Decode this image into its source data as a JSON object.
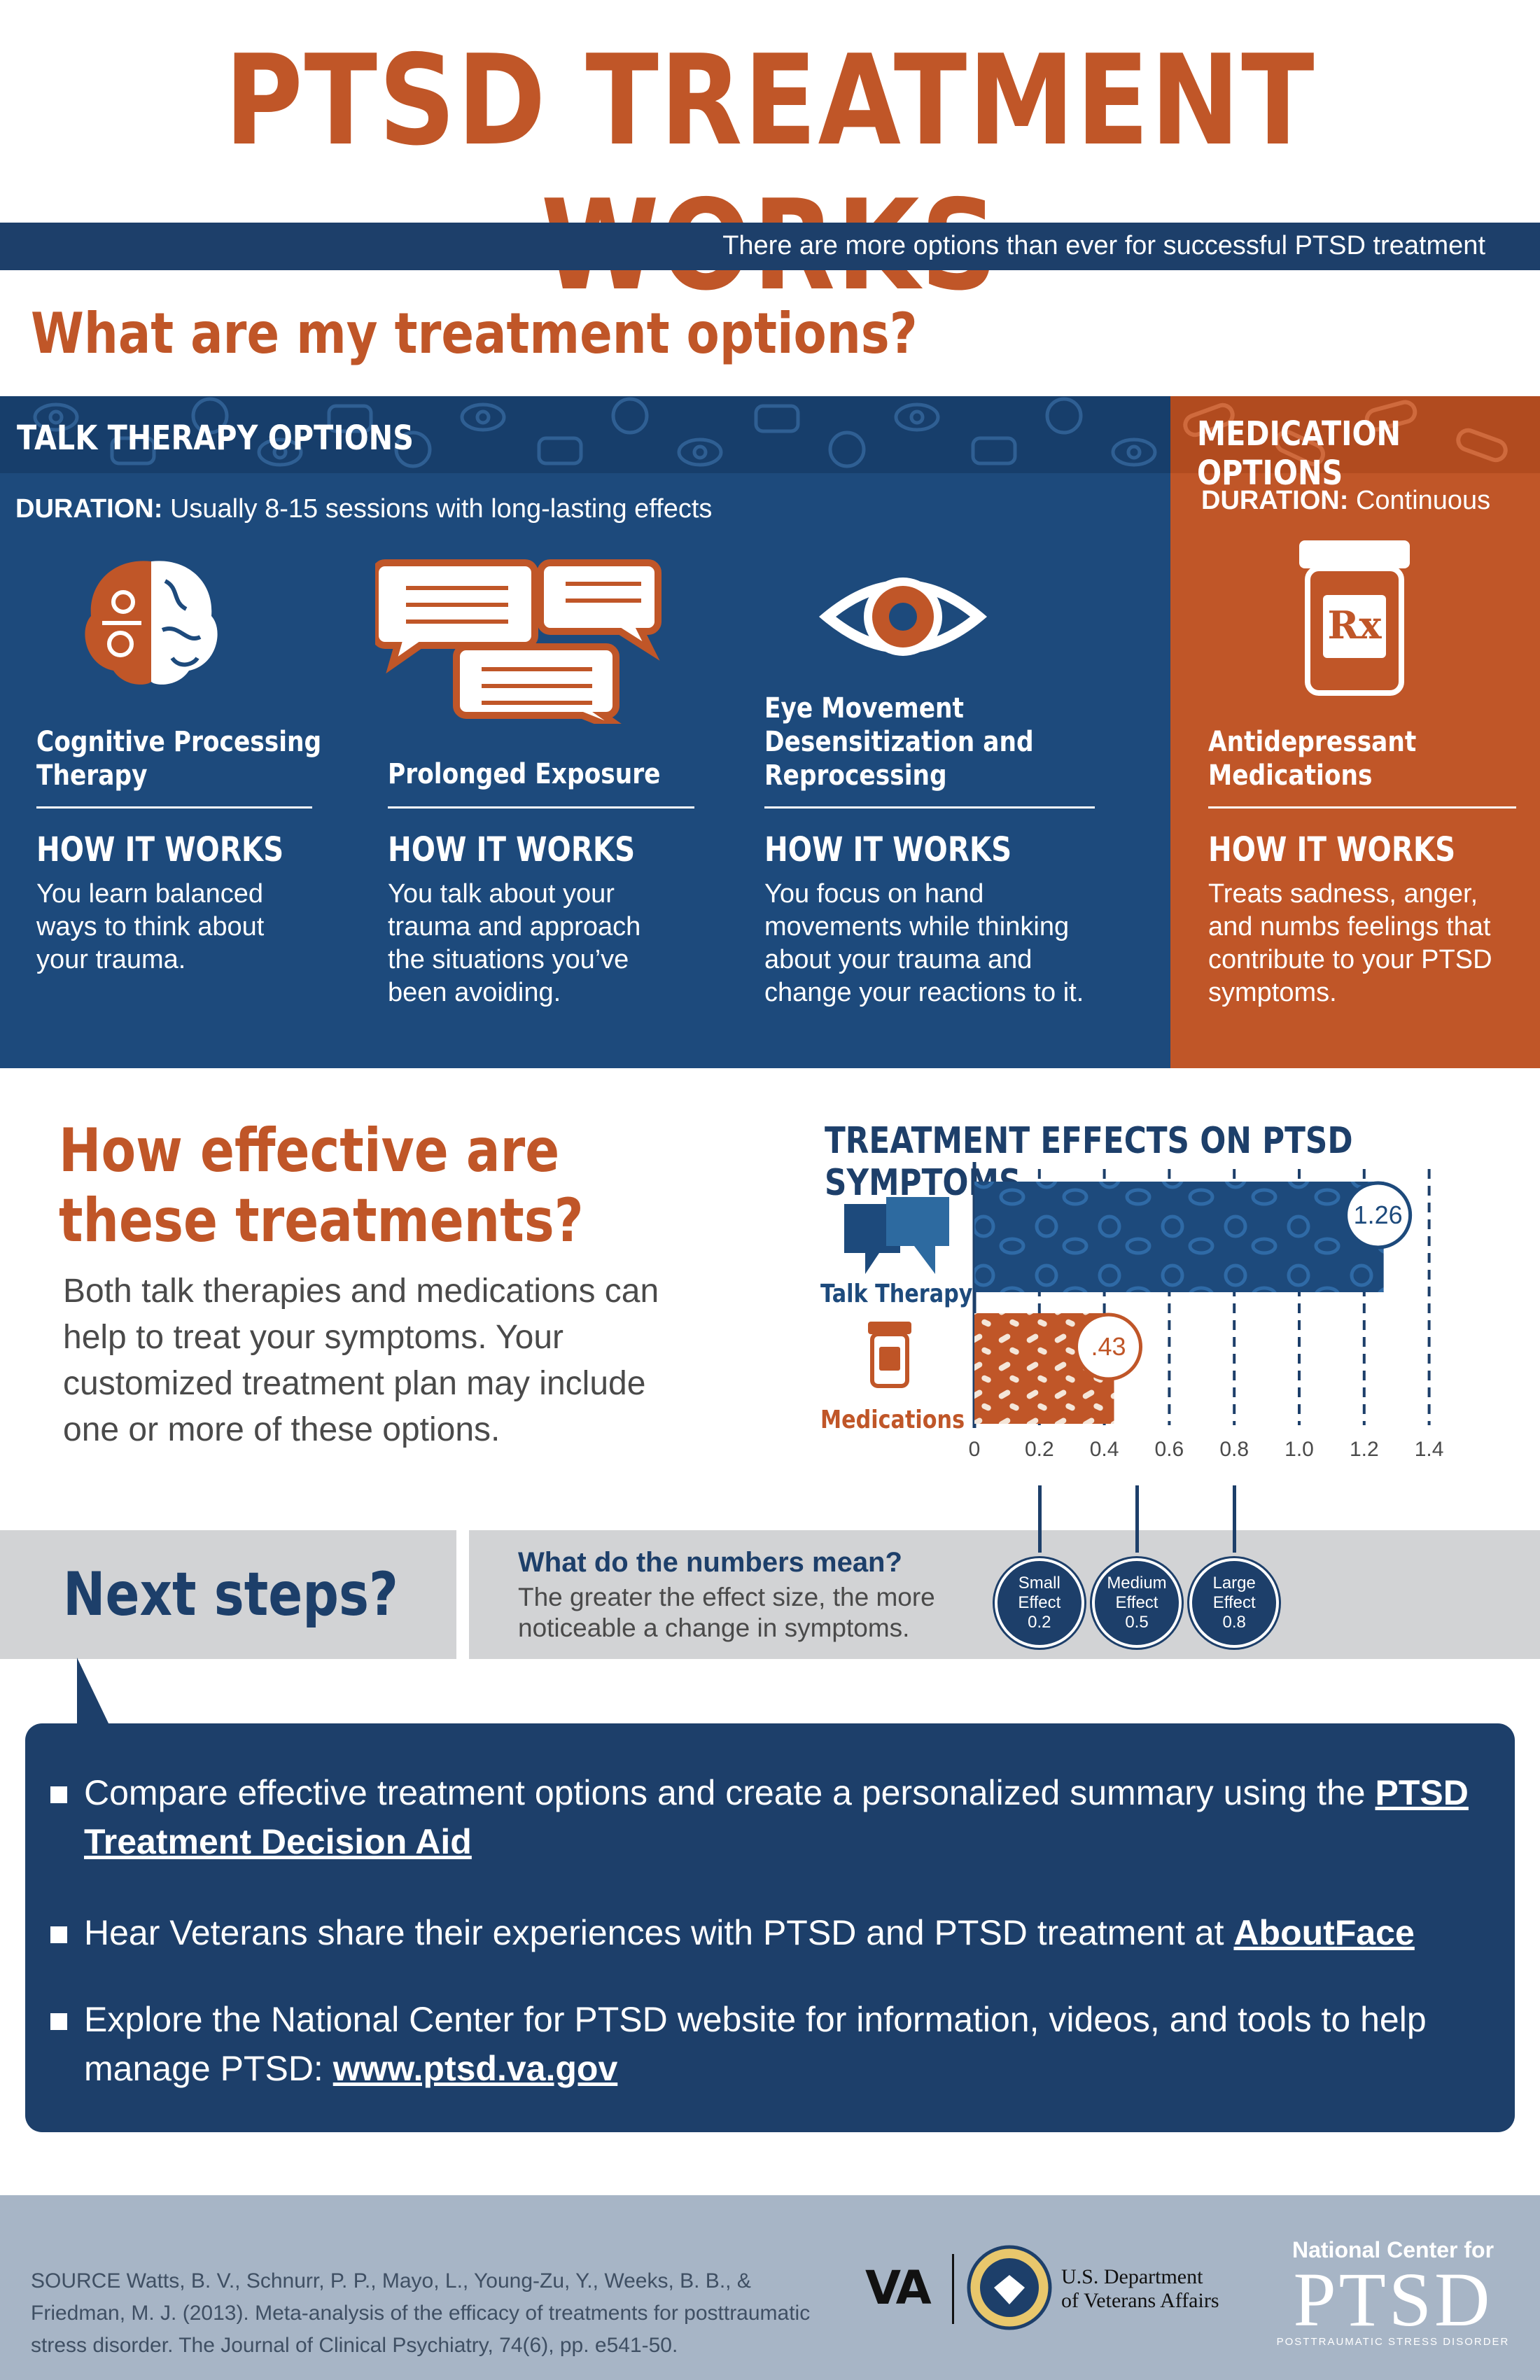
{
  "title": "PTSD TREATMENT WORKS",
  "banner": "There are more options than ever for successful PTSD treatment",
  "section1": {
    "question": "What are my treatment options?",
    "talk": {
      "heading": "TALK THERAPY OPTIONS",
      "duration_label": "DURATION:",
      "duration_value": "Usually 8-15 sessions with long-lasting effects",
      "options": [
        {
          "name_line1": "Cognitive Processing",
          "name_line2": "Therapy",
          "name_line3": "",
          "how": "HOW IT WORKS",
          "desc": "You learn balanced ways to think about your trauma.",
          "icon": "brain-icon"
        },
        {
          "name_line1": "Prolonged Exposure",
          "name_line2": "",
          "name_line3": "",
          "how": "HOW IT WORKS",
          "desc": "You talk about your trauma and approach the situations you’ve been avoiding.",
          "icon": "speech-bubbles-icon"
        },
        {
          "name_line1": "Eye Movement",
          "name_line2": "Desensitization and",
          "name_line3": "Reprocessing",
          "how": "HOW IT WORKS",
          "desc": "You focus on hand movements while thinking about your trauma and change your reactions to it.",
          "icon": "eye-icon"
        }
      ]
    },
    "medication": {
      "heading": "MEDICATION OPTIONS",
      "duration_label": "DURATION:",
      "duration_value": "Continuous",
      "name_line1": "Antidepressant",
      "name_line2": "Medications",
      "how": "HOW IT WORKS",
      "desc": "Treats sadness, anger, and numbs feelings that contribute to your PTSD symptoms.",
      "icon": "pill-bottle-icon",
      "rx": "Rx"
    }
  },
  "section2": {
    "question_line1": "How effective are",
    "question_line2": "these treatments?",
    "body": "Both talk therapies and medications can help to treat your symptoms. Your customized treatment plan may include one or more of these options."
  },
  "chart_data": {
    "type": "bar",
    "orientation": "horizontal",
    "title": "TREATMENT EFFECTS ON PTSD SYMPTOMS",
    "categories": [
      "Talk Therapy",
      "Medications"
    ],
    "values": [
      1.26,
      0.43
    ],
    "value_labels": [
      "1.26",
      ".43"
    ],
    "xlim": [
      0,
      1.4
    ],
    "xticks": [
      0,
      0.2,
      0.4,
      0.6,
      0.8,
      1.4
    ],
    "xtick_labels": [
      "0",
      "0.2",
      "0.4",
      "0.6",
      "0.8",
      "1.0",
      "1.2",
      "1.4"
    ],
    "grid": true,
    "colors": [
      "#1d4a7c",
      "#c05628"
    ]
  },
  "effect_sizes": [
    {
      "line1": "Small",
      "line2": "Effect",
      "value": "0.2",
      "x": 0.2
    },
    {
      "line1": "Medium",
      "line2": "Effect",
      "value": "0.5",
      "x": 0.5
    },
    {
      "line1": "Large",
      "line2": "Effect",
      "value": "0.8",
      "x": 0.8
    }
  ],
  "next_steps": {
    "title": "Next steps?",
    "numbers_question": "What do the numbers mean?",
    "numbers_answer": "The greater the effect size, the more noticeable a change in symptoms.",
    "items": [
      {
        "text": "Compare effective treatment options and create a personalized summary using the ",
        "link": "PTSD Treatment Decision Aid"
      },
      {
        "text": "Hear Veterans share their experiences with PTSD and PTSD treatment at ",
        "link": "AboutFace"
      },
      {
        "text": "Explore the National Center for PTSD website for information, videos, and tools to help manage PTSD: ",
        "link": "www.ptsd.va.gov"
      }
    ]
  },
  "footer": {
    "source": "SOURCE  Watts, B. V., Schnurr, P. P., Mayo, L., Young-Zu, Y., Weeks, B. B., & Friedman, M. J. (2013). Meta-analysis of the efficacy of treatments for posttraumatic stress disorder. The Journal of Clinical Psychiatry, 74(6), pp. e541-50.",
    "va_logo": "VA",
    "dept_line1": "U.S. Department",
    "dept_line2": "of Veterans Affairs",
    "ncptsd_line1": "National Center for",
    "ncptsd_line2": "PTSD",
    "ncptsd_line3": "POSTTRAUMATIC STRESS DISORDER"
  },
  "colors": {
    "navy": "#1d3f6a",
    "orange": "#c05628",
    "gray": "#d2d3d5",
    "footer": "#a7b5c6"
  }
}
